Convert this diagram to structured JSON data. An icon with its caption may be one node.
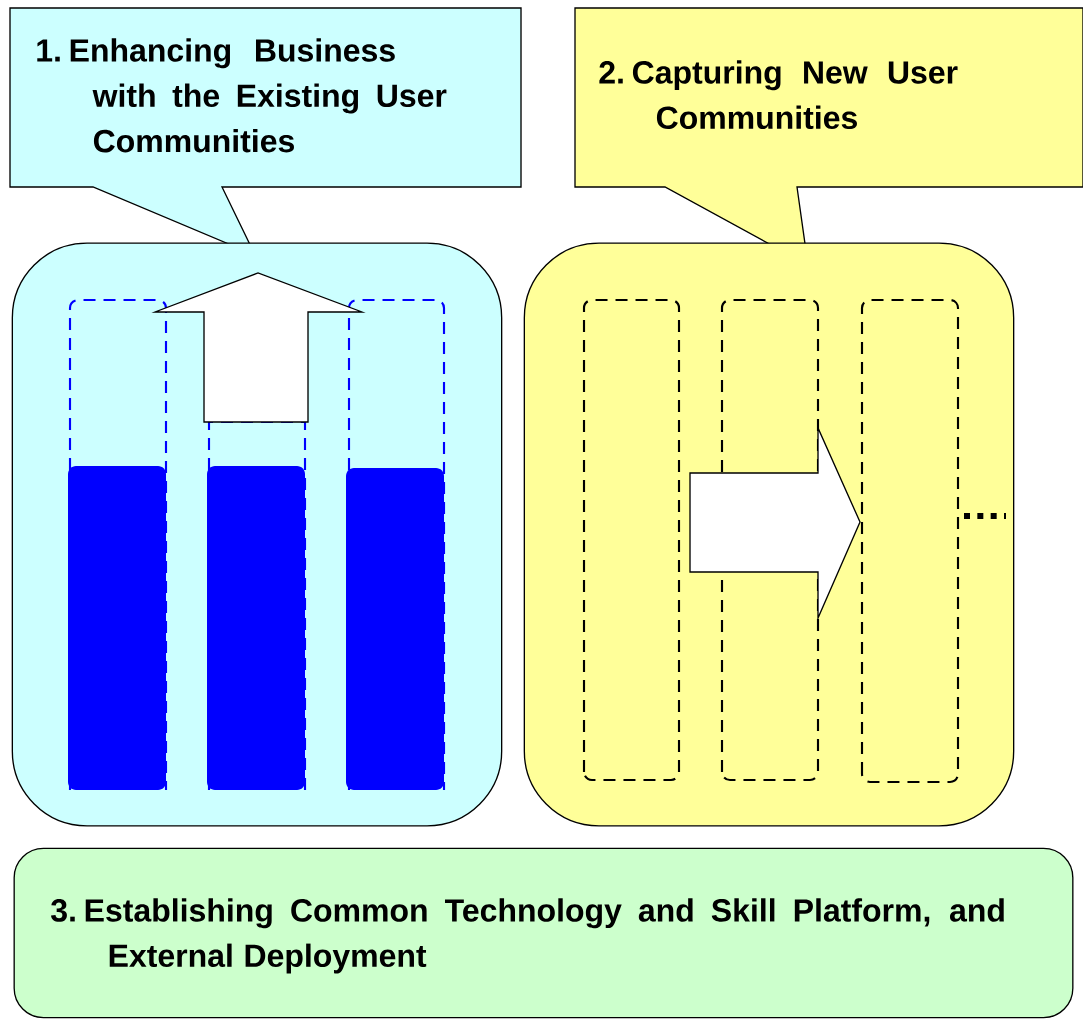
{
  "diagram": {
    "nodes": [
      {
        "text": [
          "1. Enhancing Business with the Existing User Communities"
        ]
      },
      {
        "text": [
          "2. Capturing New User Communities"
        ]
      },
      {
        "text": [],
        "shape": "box"
      },
      {
        "text": [],
        "shape": "box"
      },
      {
        "text": [
          "3. Establishing Common Technology and Skill Platform, and External Deployment"
        ]
      }
    ]
  }
}
